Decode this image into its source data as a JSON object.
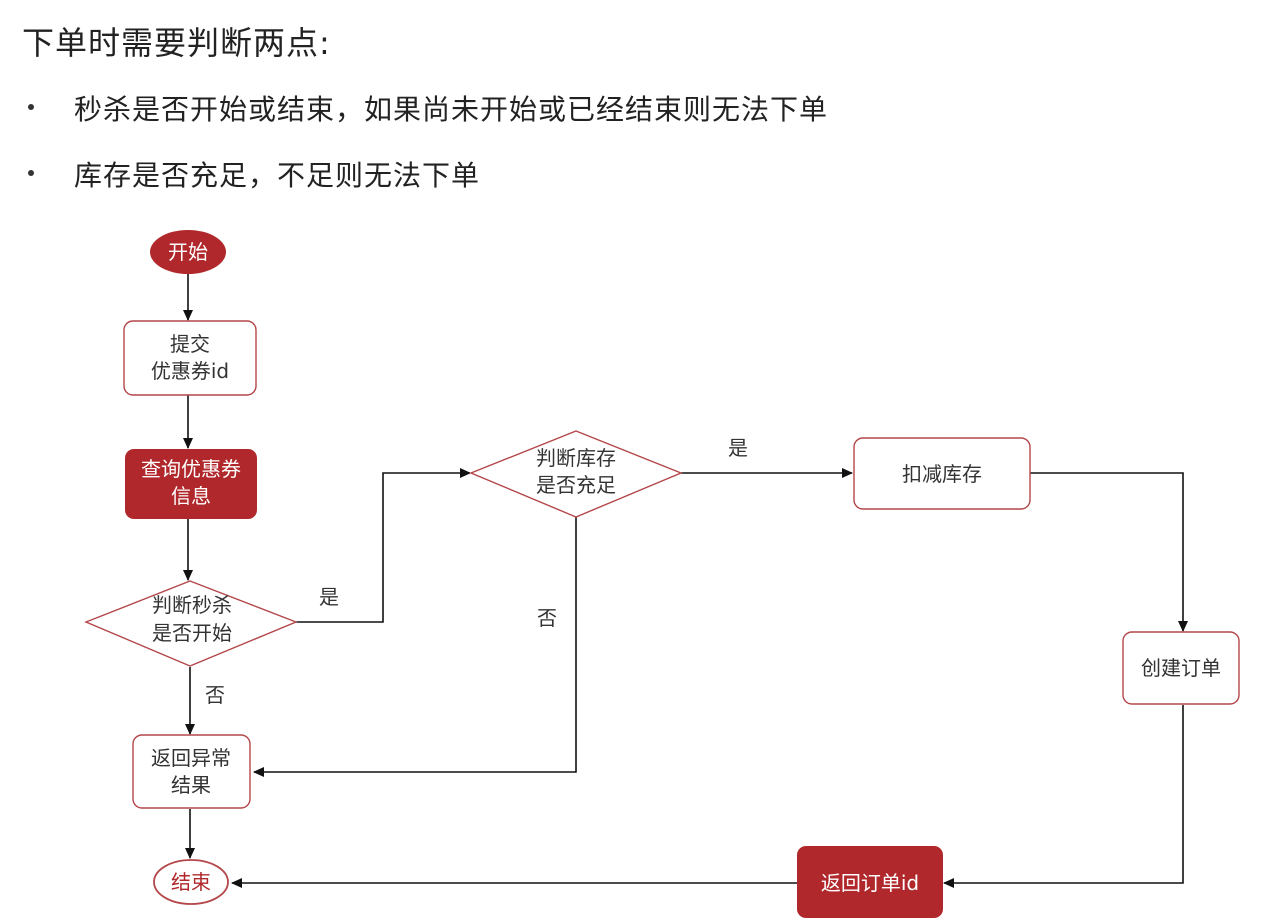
{
  "heading": "下单时需要判断两点:",
  "bullets": [
    "秒杀是否开始或结束，如果尚未开始或已经结束则无法下单",
    "库存是否充足，不足则无法下单"
  ],
  "colors": {
    "accent_red": "#b0282b",
    "border_red": "#b3474a",
    "line": "#111111"
  },
  "flow": {
    "start": "开始",
    "submit": [
      "提交",
      "优惠券id"
    ],
    "query": [
      "查询优惠券",
      "信息"
    ],
    "check_seckill": [
      "判断秒杀",
      "是否开始"
    ],
    "check_stock": [
      "判断库存",
      "是否充足"
    ],
    "deduct": "扣减库存",
    "create_order": "创建订单",
    "return_error": [
      "返回异常",
      "结果"
    ],
    "return_order": "返回订单id",
    "end": "结束",
    "yes1": "是",
    "no1": "否",
    "yes2": "是",
    "no2": "否"
  }
}
